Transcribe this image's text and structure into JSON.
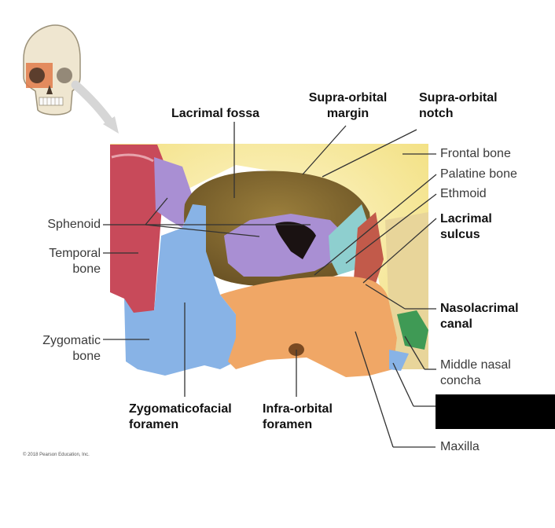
{
  "labels": {
    "lacrimal_fossa": "Lacrimal fossa",
    "supra_orbital_margin": [
      "Supra-orbital",
      "margin"
    ],
    "supra_orbital_notch": [
      "Supra-orbital",
      "notch"
    ],
    "frontal_bone": "Frontal bone",
    "palatine_bone": "Palatine bone",
    "ethmoid": "Ethmoid",
    "lacrimal_sulcus": [
      "Lacrimal",
      "sulcus"
    ],
    "sphenoid": "Sphenoid",
    "temporal_bone": [
      "Temporal",
      "bone"
    ],
    "nasolacrimal_canal": [
      "Nasolacrimal",
      "canal"
    ],
    "zygomatic_bone": [
      "Zygomatic",
      "bone"
    ],
    "middle_nasal_concha": [
      "Middle nasal",
      "concha"
    ],
    "zygomaticofacial_foramen": [
      "Zygomaticofacial",
      "foramen"
    ],
    "infra_orbital_foramen": [
      "Infra-orbital",
      "foramen"
    ],
    "maxilla": "Maxilla"
  },
  "copyright": "© 2018 Pearson Education, Inc.",
  "colors": {
    "frontal": "#f6e79a",
    "sphenoid": "#a98fd3",
    "temporal": "#c84a5a",
    "zygomatic": "#88b3e6",
    "maxilla": "#f0a766",
    "ethmoid": "#8ecfcf",
    "lacrimal": "#c25a4a",
    "concha": "#3f9a55",
    "palatine": "#8a3d2a"
  }
}
